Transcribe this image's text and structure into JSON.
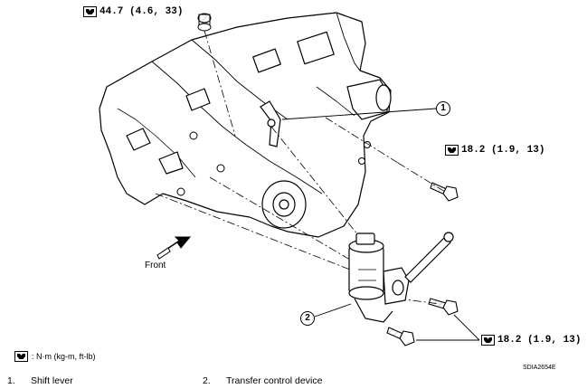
{
  "torque_specs": {
    "top": "44.7 (4.6, 33)",
    "right_upper": "18.2 (1.9, 13)",
    "right_lower": "18.2 (1.9, 13)"
  },
  "callouts": {
    "shift_lever": "1",
    "transfer_control_device": "2"
  },
  "direction_label": "Front",
  "legend": {
    "unit_text": ": N·m (kg-m, ft-lb)"
  },
  "figure_code": "SDIA2654E",
  "captions": [
    {
      "number": "1.",
      "text": "Shift lever"
    },
    {
      "number": "2.",
      "text": "Transfer control device"
    }
  ]
}
